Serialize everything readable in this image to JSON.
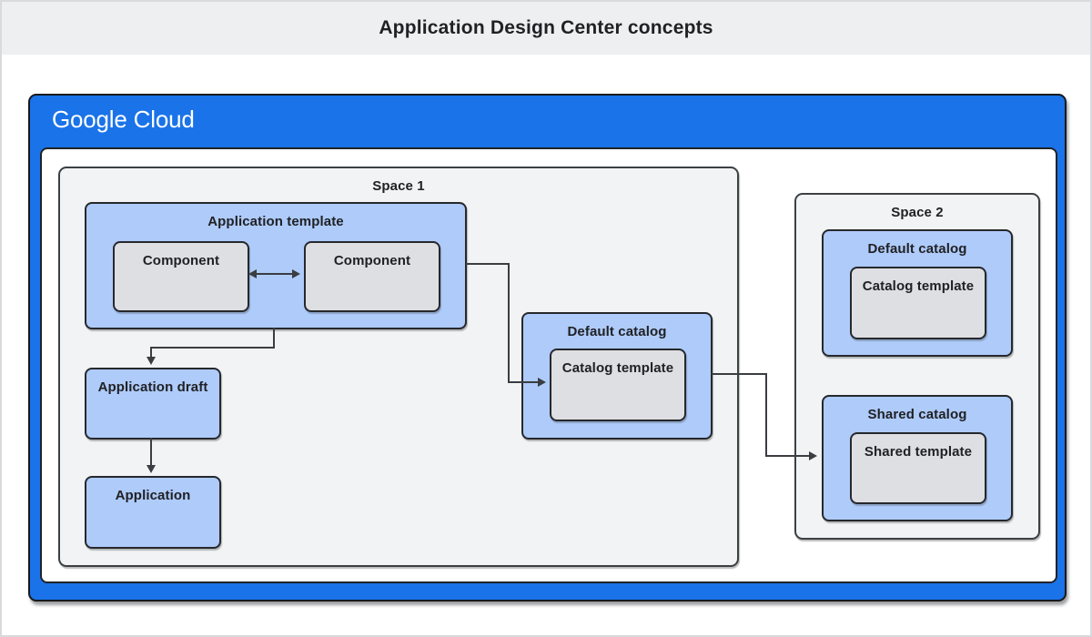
{
  "title": "Application Design Center concepts",
  "brand": {
    "logo": "Google Cloud"
  },
  "colors": {
    "google_blue": "#1a73e8",
    "light_blue_box": "#aecbfa",
    "gray_box": "#dedfe2",
    "space_background": "#f1f3f4",
    "titlebar_background": "#edeff1",
    "text": "#202124",
    "connector": "#3a3d41"
  },
  "diagram": {
    "space1": {
      "label": "Space 1",
      "application_template": {
        "label": "Application template",
        "components": [
          {
            "label": "Component"
          },
          {
            "label": "Component"
          }
        ]
      },
      "application_draft": {
        "label": "Application draft"
      },
      "application": {
        "label": "Application"
      },
      "default_catalog": {
        "label": "Default catalog",
        "catalog_template": {
          "label": "Catalog template"
        }
      }
    },
    "space2": {
      "label": "Space 2",
      "default_catalog": {
        "label": "Default catalog",
        "catalog_template": {
          "label": "Catalog template"
        }
      },
      "shared_catalog": {
        "label": "Shared catalog",
        "shared_template": {
          "label": "Shared template"
        }
      }
    }
  }
}
